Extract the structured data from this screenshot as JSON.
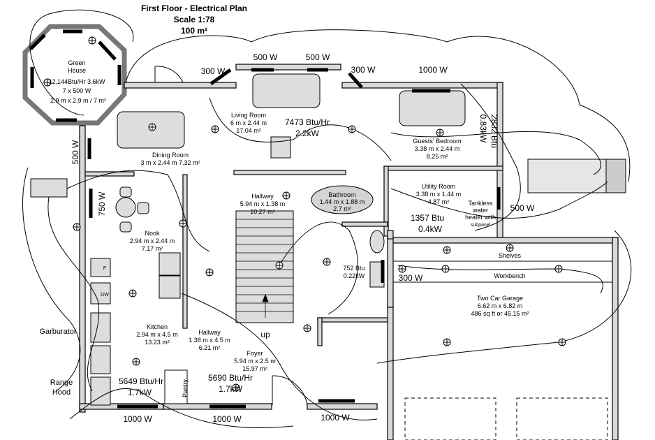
{
  "title": {
    "line1": "First Floor - Electrical Plan",
    "line2": "Scale 1:78",
    "line3": "100 m²"
  },
  "rooms": {
    "green_house": {
      "name1": "Green",
      "name2": "House",
      "spec1": "12,144Btu/Hr 3.6kW",
      "spec2": "7 x 500 W",
      "spec3": "2.9 m x 2.9 m / 7 m²"
    },
    "living_room": {
      "name": "Living Room",
      "dims": "6 m x 2.44 m",
      "area": "17.04 m²",
      "btu": "7473 Btu/Hr",
      "kw": "2.2kW"
    },
    "guests_bedroom": {
      "name": "Guests' Bedroom",
      "dims": "3.38 m x 2.44 m",
      "area": "8.25 m²",
      "btu": "2832 Btu",
      "kw": "0.83kW"
    },
    "dining_room": {
      "name": "Dining Room",
      "dims": "3 m x 2.44 m  7.32 m²"
    },
    "hallway_main": {
      "name": "Hallway",
      "dims": "5.94 m x 1.38 m",
      "area": "10.27 m²"
    },
    "bathroom": {
      "name": "Bathroom",
      "dims": "1.44 m x 1.88 m",
      "area": "2.7 m²"
    },
    "utility_room": {
      "name": "Utility Room",
      "dims": "3.38 m x 1.44 m",
      "area": "4.87 m²"
    },
    "tankless": {
      "l1": "Tankless",
      "l2": "water",
      "l3": "heater with",
      "l4": "subpanel"
    },
    "nook": {
      "name": "Nook",
      "dims": "2.94 m x 2.44 m",
      "area": "7.17 m²"
    },
    "kitchen": {
      "name": "Kitchen",
      "dims": "2.94 m x 4.5 m",
      "area": "13.23 m²"
    },
    "hallway2": {
      "name": "Hallway",
      "dims": "1.38 m x 4.5 m",
      "area": "6.21 m²"
    },
    "foyer": {
      "name": "Foyer",
      "dims": "5.94 m x 2.5 m",
      "area": "15.97 m²"
    },
    "garage": {
      "name": "Two Car Garage",
      "dims": "6.62 m x 6.82 m",
      "area": "486 sq ft or 45.15 m²"
    },
    "bath_heat": {
      "btu": "752 Btu",
      "kw": "0.22kW"
    },
    "utility_heat": {
      "btu": "1357 Btu",
      "kw": "0.4kW"
    }
  },
  "labels": {
    "w300_left": "300 W",
    "w500_a": "500 W",
    "w500_b": "500 W",
    "w300_right": "300 W",
    "w1000_top": "1000 W",
    "w500_vert": "500 W",
    "w750_vert": "750 W",
    "w500_util": "500 W",
    "w300_garage": "300 W",
    "w1000_b1": "1000 W",
    "w1000_b2": "1000 W",
    "w1000_b3": "1000 W",
    "kitchen_btu": "5649 Btu/Hr",
    "kitchen_kw": "1.7kW",
    "foyer_btu": "5690 Btu/Hr",
    "foyer_kw": "1.7kW",
    "shelves": "Shelves",
    "workbench": "Workbench",
    "garburator": "Garburator",
    "range1": "Range",
    "range2": "Hood",
    "pantry": "Pantry",
    "up": "up",
    "dw": "DW",
    "fridge": "F"
  }
}
